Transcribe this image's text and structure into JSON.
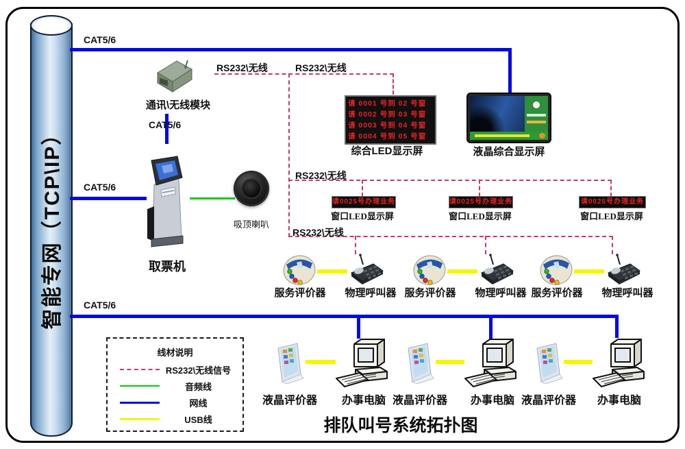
{
  "diagram": {
    "title": "排队叫号系统拓扑图",
    "network_label": "智能专网（TCP\\IP）",
    "labels": {
      "cat5": "CAT5/6",
      "rs232": "RS232\\无线"
    },
    "devices": {
      "comm_module": "通讯\\无线模块",
      "ticket_machine": "取票机",
      "ceiling_speaker": "吸顶喇叭",
      "led_display": "综合LED显示屏",
      "lcd_display": "液晶综合显示屏",
      "window_led": "窗口LED显示屏",
      "service_evaluator": "服务评价器",
      "physical_caller": "物理呼叫器",
      "lcd_evaluator": "液晶评价器",
      "office_pc": "办事电脑"
    },
    "led_lines": [
      "请 0001 号到 02 号窗",
      "请 0002 号到 03 号窗",
      "请 0003 号到 04 号窗",
      "请 0004 号到 05 号窗"
    ],
    "window_led_text": "请0025号办理业务",
    "legend": {
      "title": "线材说明",
      "items": [
        {
          "label": "RS232\\无线信号",
          "color": "#c23a60",
          "style": "dashed"
        },
        {
          "label": "音频线",
          "color": "#00cf00",
          "style": "solid"
        },
        {
          "label": "网线",
          "color": "#0009e8",
          "style": "solid"
        },
        {
          "label": "USB线",
          "color": "#f6f600",
          "style": "solid"
        }
      ]
    },
    "colors": {
      "network_line": "#0009e8",
      "audio_line": "#00cf00",
      "usb_line": "#f6f600",
      "rs232_line": "#c23a60",
      "led_text": "#e82222"
    }
  }
}
